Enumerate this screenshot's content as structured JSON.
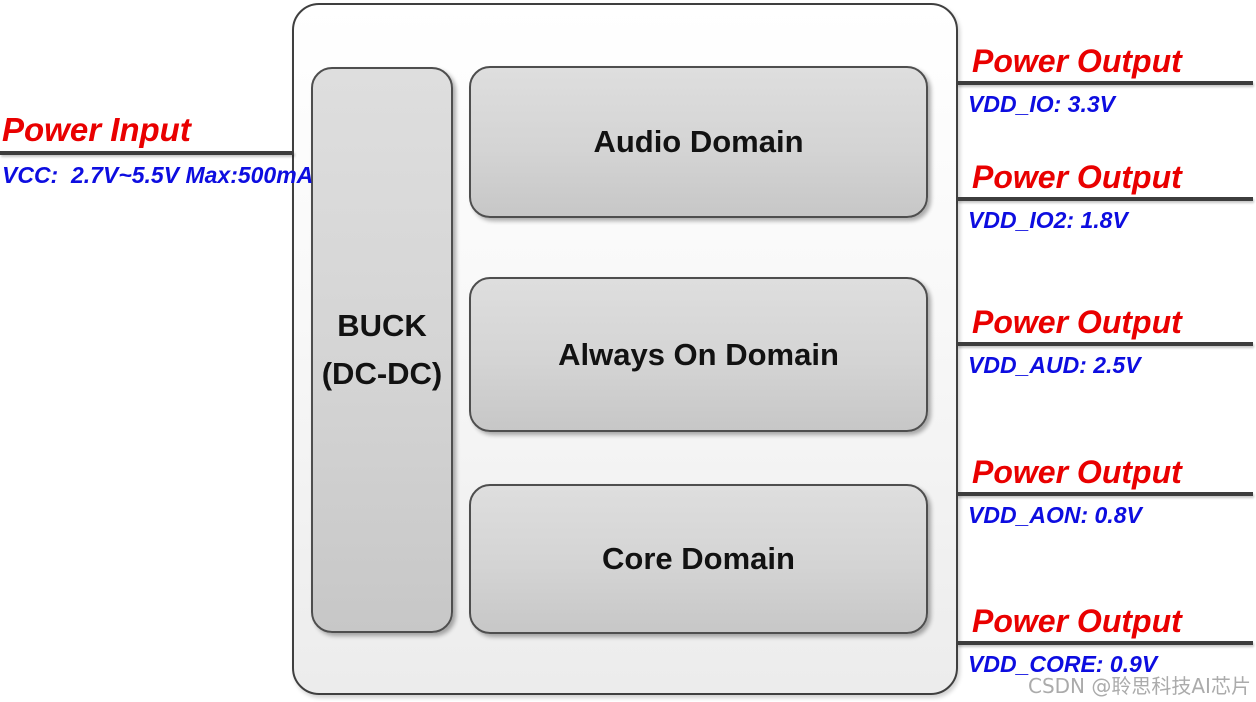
{
  "power_input": {
    "title": "Power Input",
    "spec": "VCC:  2.7V~5.5V Max:500mA"
  },
  "chip": {
    "buck": {
      "line1": "BUCK",
      "line2": "(DC-DC)"
    },
    "domains": [
      {
        "label": "Audio Domain"
      },
      {
        "label": "Always On Domain"
      },
      {
        "label": "Core Domain"
      }
    ]
  },
  "power_outputs": [
    {
      "title": "Power Output",
      "rail": "VDD_IO: 3.3V"
    },
    {
      "title": "Power Output",
      "rail": "VDD_IO2: 1.8V"
    },
    {
      "title": "Power Output",
      "rail": "VDD_AUD: 2.5V"
    },
    {
      "title": "Power Output",
      "rail": "VDD_AON: 0.8V"
    },
    {
      "title": "Power Output",
      "rail": "VDD_CORE: 0.9V"
    }
  ],
  "watermark": "CSDN @聆思科技AI芯片",
  "colors": {
    "heading_red": "#e90000",
    "value_blue": "#0d0de0",
    "rule_gray": "#3d3d3d",
    "block_gray": "#d4d4d4"
  }
}
